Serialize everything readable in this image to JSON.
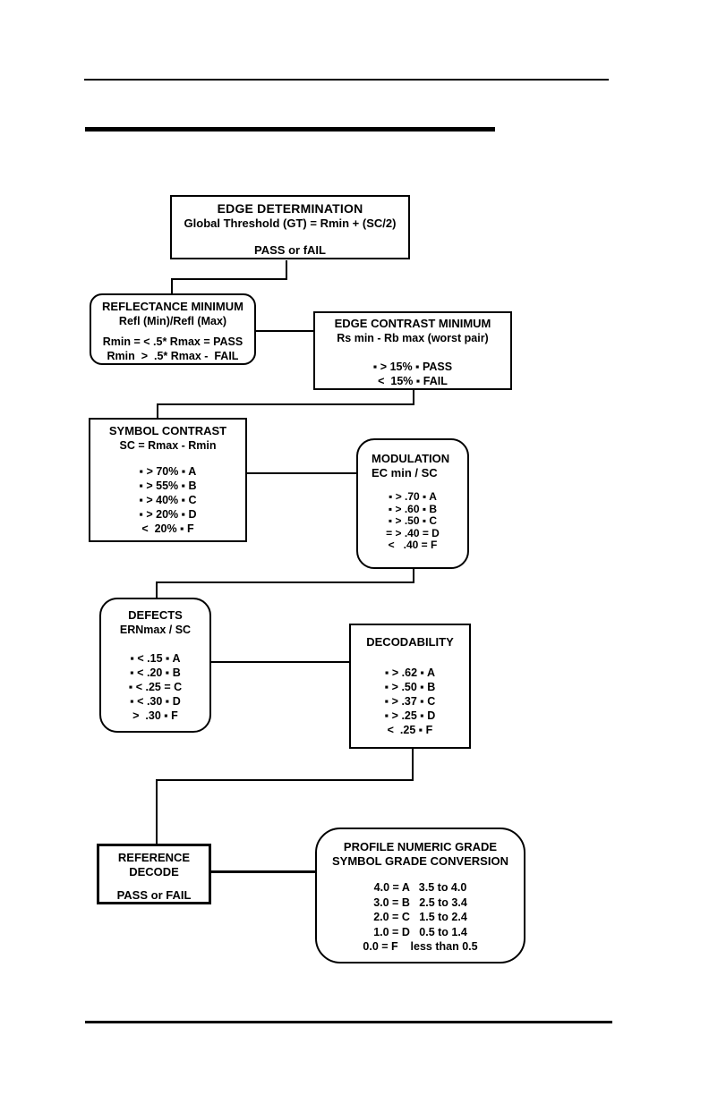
{
  "colors": {
    "ink": "#000000",
    "paper": "#ffffff"
  },
  "boxes": {
    "edge_determination": {
      "title": "EDGE DETERMINATION",
      "formula": "Global Threshold (GT) = Rmin + (SC/2)",
      "result": "PASS or fAIL"
    },
    "reflectance_minimum": {
      "title": "REFLECTANCE MINIMUM",
      "subtitle": "Refl (Min)/Refl (Max)",
      "rows": [
        "Rmin = < .5* Rmax = PASS",
        "Rmin  >  .5* Rmax -  FAIL"
      ]
    },
    "edge_contrast_minimum": {
      "title": "EDGE CONTRAST MINIMUM",
      "subtitle": "Rs min - Rb max (worst pair)",
      "rows": [
        "▪ > 15% ▪ PASS",
        "<  15% ▪ FAIL"
      ]
    },
    "symbol_contrast": {
      "title": "SYMBOL CONTRAST",
      "subtitle": "SC = Rmax - Rmin",
      "rows": [
        "▪ > 70% ▪ A",
        "▪ > 55% ▪ B",
        "▪ > 40% ▪ C",
        "▪ > 20% ▪ D",
        "<  20% ▪ F"
      ]
    },
    "modulation": {
      "title": "MODULATION",
      "subtitle": "EC min /  SC",
      "rows": [
        "▪ > .70 ▪ A",
        "▪ > .60 ▪ B",
        "▪ > .50 ▪ C",
        "= > .40 = D",
        "<   .40 = F"
      ]
    },
    "defects": {
      "title": "DEFECTS",
      "subtitle": "ERNmax / SC",
      "rows": [
        "▪ < .15 ▪ A",
        "▪ < .20 ▪ B",
        "▪ < .25 = C",
        "▪ < .30 ▪ D",
        ">  .30 ▪ F"
      ]
    },
    "decodability": {
      "title": "DECODABILITY",
      "rows": [
        "▪ > .62 ▪ A",
        "▪ > .50 ▪ B",
        "▪ > .37 ▪ C",
        "▪ > .25 ▪ D",
        "<  .25 ▪ F"
      ]
    },
    "reference_decode": {
      "line1": "REFERENCE",
      "line2": "DECODE",
      "result": "PASS or FAIL"
    },
    "grade_conversion": {
      "title1": "PROFILE NUMERIC GRADE",
      "title2": "SYMBOL GRADE CONVERSION",
      "rows": [
        "4.0 = A   3.5 to 4.0",
        "3.0 = B   2.5 to 3.4",
        "2.0 = C   1.5 to 2.4",
        "1.0 = D   0.5 to 1.4",
        "0.0 = F    less than 0.5"
      ]
    }
  }
}
